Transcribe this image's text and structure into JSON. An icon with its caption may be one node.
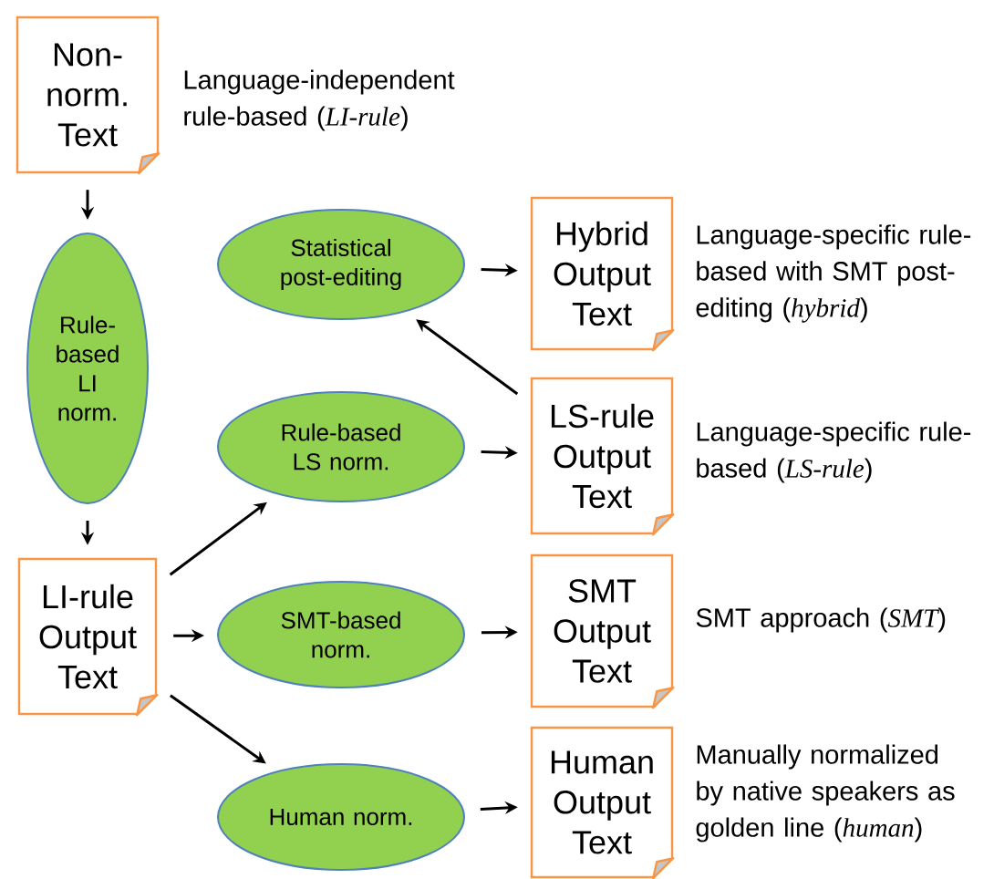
{
  "diagram": {
    "nodes": [
      {
        "text": [
          "Non-norm. Text"
        ],
        "beside": [
          "Language-independent rule-based (*LI-rule*)"
        ]
      },
      {
        "text": [
          "Rule-based LI norm."
        ]
      },
      {
        "text": [
          "LI-rule Output Text"
        ]
      },
      {
        "text": [
          "Statistical post-editing"
        ]
      },
      {
        "text": [
          "Hybrid Output Text"
        ],
        "beside": [
          "Language-specific rule-based with SMT post-editing (*hybrid*)"
        ]
      },
      {
        "text": [
          "Rule-based LS norm."
        ]
      },
      {
        "text": [
          "LS-rule Output Text"
        ],
        "beside": [
          "Language-specific rule-based (*LS-rule*)"
        ]
      },
      {
        "text": [
          "SMT-based norm."
        ]
      },
      {
        "text": [
          "SMT Output Text"
        ],
        "beside": [
          "SMT approach (*SMT*)"
        ]
      },
      {
        "text": [
          "Human norm."
        ]
      },
      {
        "text": [
          "Human Output Text"
        ],
        "beside": [
          "Manually normalized by native speakers as golden line (*human*)"
        ]
      }
    ],
    "edges": [
      {
        "from": 0,
        "to": 1,
        "arrow": "to"
      },
      {
        "from": 1,
        "to": 2,
        "arrow": "to"
      },
      {
        "from": 2,
        "to": 5,
        "arrow": "to"
      },
      {
        "from": 2,
        "to": 7,
        "arrow": "to"
      },
      {
        "from": 2,
        "to": 9,
        "arrow": "to"
      },
      {
        "from": 5,
        "to": 6,
        "arrow": "to"
      },
      {
        "from": 6,
        "to": 3,
        "arrow": "to"
      },
      {
        "from": 3,
        "to": 4,
        "arrow": "to"
      },
      {
        "from": 7,
        "to": 8,
        "arrow": "to"
      },
      {
        "from": 9,
        "to": 10,
        "arrow": "to"
      }
    ]
  }
}
